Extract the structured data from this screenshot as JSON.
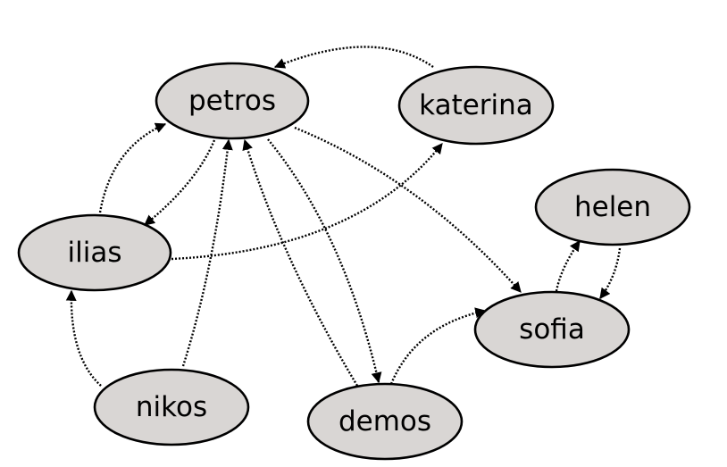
{
  "colors": {
    "node_fill": "#d9d6d4",
    "node_stroke": "#000000",
    "edge": "#000000",
    "background": "#ffffff"
  },
  "nodes": [
    {
      "id": "petros",
      "label": "petros"
    },
    {
      "id": "katerina",
      "label": "katerina"
    },
    {
      "id": "helen",
      "label": "helen"
    },
    {
      "id": "ilias",
      "label": "ilias"
    },
    {
      "id": "sofia",
      "label": "sofia"
    },
    {
      "id": "nikos",
      "label": "nikos"
    },
    {
      "id": "demos",
      "label": "demos"
    }
  ],
  "edges": [
    {
      "from": "katerina",
      "to": "petros"
    },
    {
      "from": "ilias",
      "to": "petros"
    },
    {
      "from": "petros",
      "to": "ilias"
    },
    {
      "from": "nikos",
      "to": "petros"
    },
    {
      "from": "demos",
      "to": "petros"
    },
    {
      "from": "petros",
      "to": "demos"
    },
    {
      "from": "petros",
      "to": "sofia"
    },
    {
      "from": "ilias",
      "to": "katerina"
    },
    {
      "from": "nikos",
      "to": "ilias"
    },
    {
      "from": "demos",
      "to": "sofia"
    },
    {
      "from": "sofia",
      "to": "helen"
    },
    {
      "from": "helen",
      "to": "sofia"
    }
  ]
}
